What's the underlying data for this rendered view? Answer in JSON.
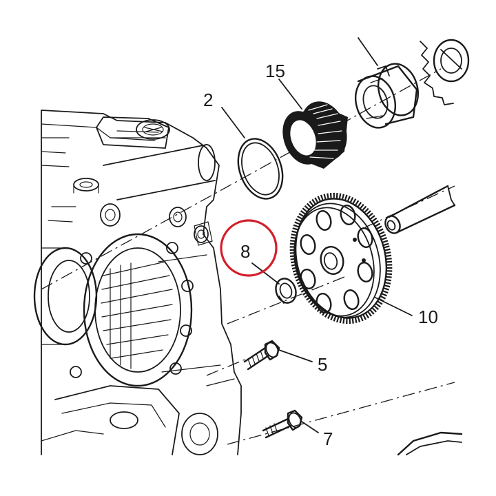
{
  "colors": {
    "highlight": "#d31f2b",
    "line": "#1a1a1a",
    "background": "#ffffff"
  },
  "callouts": {
    "c2": "2",
    "c5": "5",
    "c7": "7",
    "c8": "8",
    "c10": "10",
    "c15": "15"
  },
  "highlighted_part": "8"
}
